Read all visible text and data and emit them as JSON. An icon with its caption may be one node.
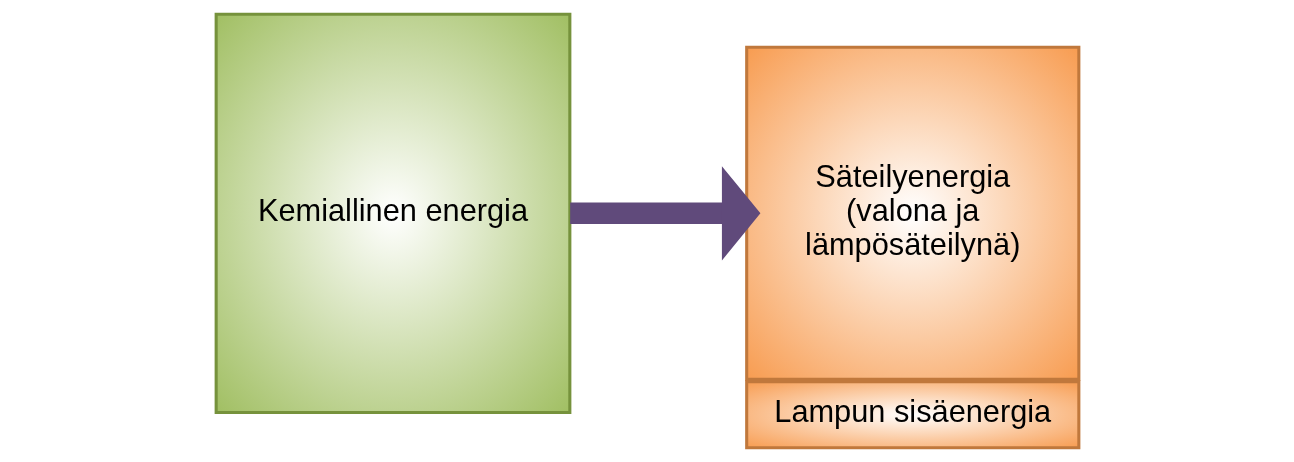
{
  "diagram": {
    "nodes": [
      {
        "text": [
          "Kemiallinen energia"
        ]
      },
      {
        "text": [
          "Säteilyenergia (valona ja lämpösäteilynä)"
        ]
      },
      {
        "text": [
          "Lampun sisäenergia"
        ]
      }
    ],
    "edges": [
      {
        "from": 0,
        "to": 1,
        "arrow": "to",
        "color": "#604a7b"
      }
    ]
  }
}
